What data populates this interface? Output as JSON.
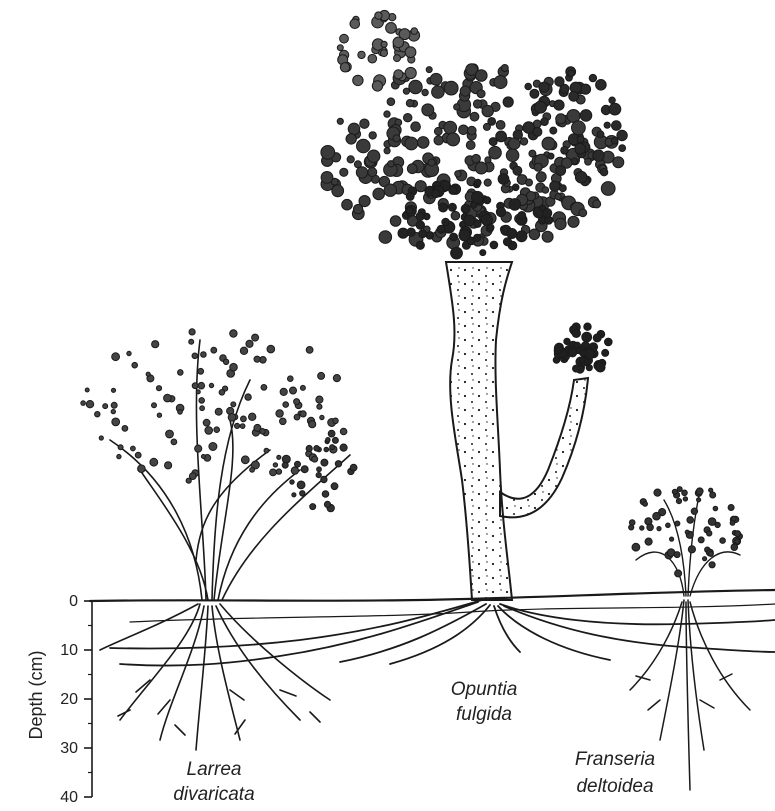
{
  "depth_axis": {
    "title": "Depth (cm)",
    "ticks": [
      0,
      10,
      20,
      30,
      40
    ],
    "range": [
      0,
      40
    ]
  },
  "species": [
    {
      "id": "larrea",
      "line1": "Larrea",
      "line2": "divaricata"
    },
    {
      "id": "opuntia",
      "line1": "Opuntia",
      "line2": "fulgida"
    },
    {
      "id": "franseria",
      "line1": "Franseria",
      "line2": "deltoidea"
    }
  ],
  "colors": {
    "ink": "#1a1a1a",
    "background": "#ffffff"
  }
}
